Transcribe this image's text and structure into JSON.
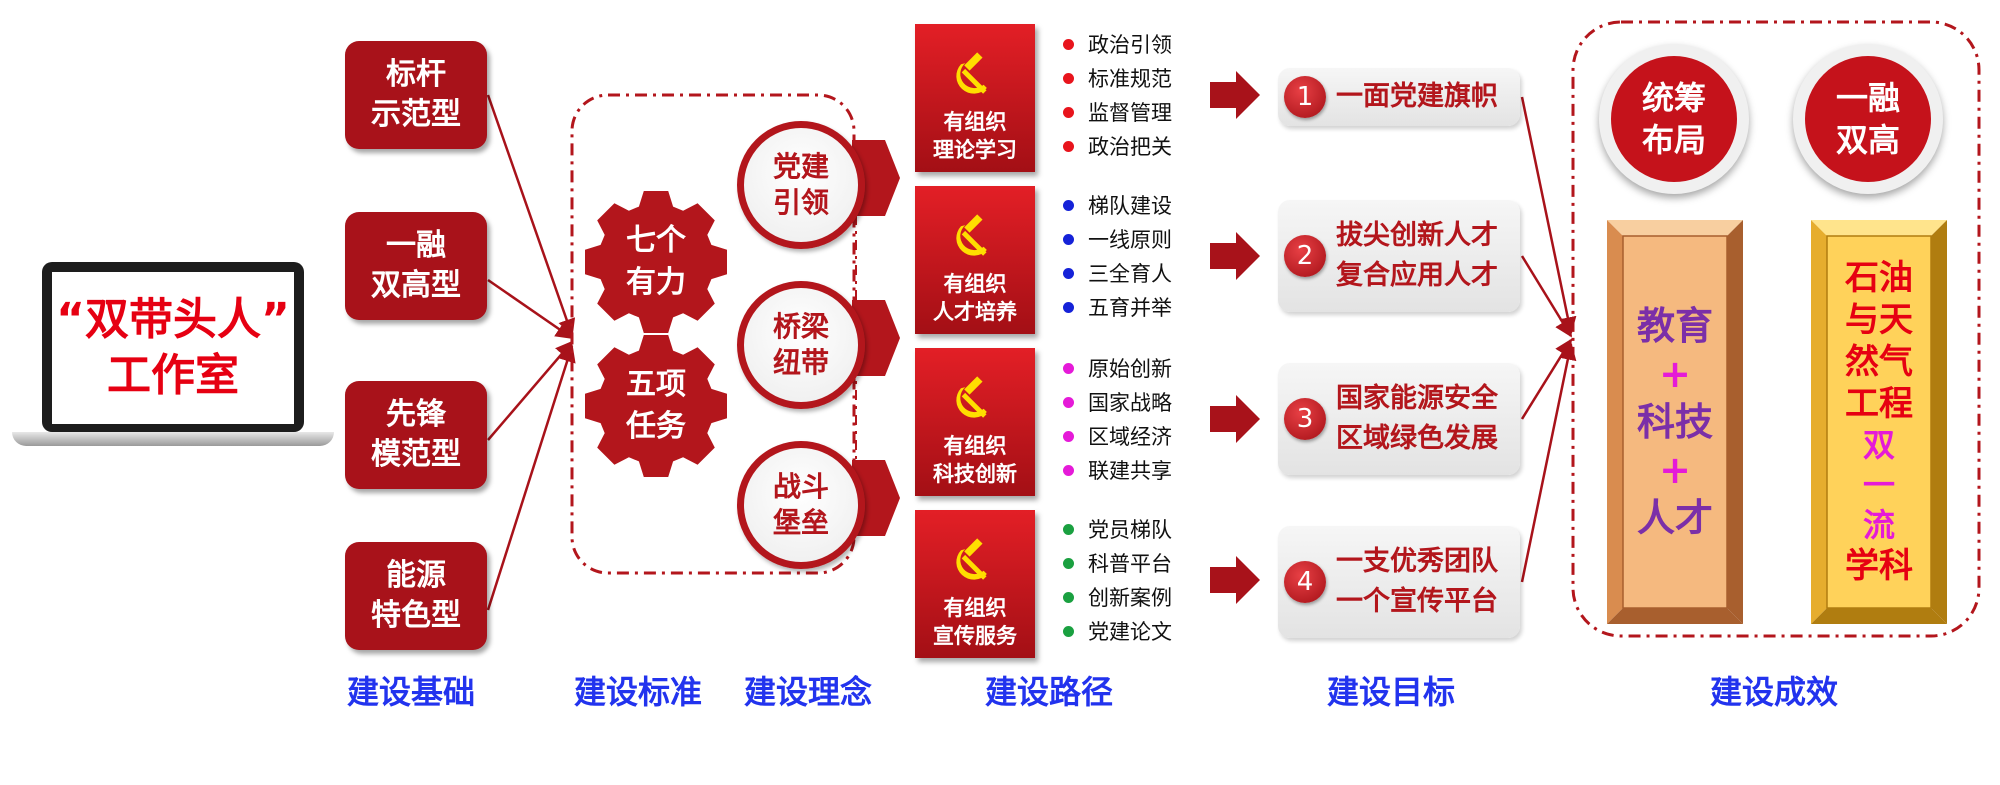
{
  "laptop": {
    "line1": "“双带头人”",
    "line2": "工作室"
  },
  "foundations": [
    {
      "line1": "标杆",
      "line2": "示范型"
    },
    {
      "line1": "一融",
      "line2": "双高型"
    },
    {
      "line1": "先锋",
      "line2": "模范型"
    },
    {
      "line1": "能源",
      "line2": "特色型"
    }
  ],
  "gears": [
    {
      "line1": "七个",
      "line2": "有力"
    },
    {
      "line1": "五项",
      "line2": "任务"
    }
  ],
  "concepts": [
    {
      "line1": "党建",
      "line2": "引领"
    },
    {
      "line1": "桥梁",
      "line2": "纽带"
    },
    {
      "line1": "战斗",
      "line2": "堡垒"
    }
  ],
  "paths": [
    {
      "line1": "有组织",
      "line2": "理论学习",
      "dot_color": "#e8141c",
      "items": [
        "政治引领",
        "标准规范",
        "监督管理",
        "政治把关"
      ]
    },
    {
      "line1": "有组织",
      "line2": "人才培养",
      "dot_color": "#1522d8",
      "items": [
        "梯队建设",
        "一线原则",
        "三全育人",
        "五育并举"
      ]
    },
    {
      "line1": "有组织",
      "line2": "科技创新",
      "dot_color": "#e51ad8",
      "items": [
        "原始创新",
        "国家战略",
        "区域经济",
        "联建共享"
      ]
    },
    {
      "line1": "有组织",
      "line2": "宣传服务",
      "dot_color": "#1aa040",
      "items": [
        "党员梯队",
        "科普平台",
        "创新案例",
        "党建论文"
      ]
    }
  ],
  "goals": [
    {
      "num": "1",
      "lines": [
        "一面党建旗帜"
      ]
    },
    {
      "num": "2",
      "lines": [
        "拔尖创新人才",
        "复合应用人才"
      ]
    },
    {
      "num": "3",
      "lines": [
        "国家能源安全",
        "区域绿色发展"
      ]
    },
    {
      "num": "4",
      "lines": [
        "一支优秀团队",
        "一个宣传平台"
      ]
    }
  ],
  "results": {
    "circle1": {
      "line1": "统筹",
      "line2": "布局"
    },
    "circle2": {
      "line1": "一融",
      "line2": "双高"
    },
    "col1": [
      "教育",
      "+",
      "科技",
      "+",
      "人才"
    ],
    "col2": [
      "石油",
      "与天",
      "然气",
      "工程",
      "双",
      "一",
      "流",
      "学科"
    ]
  },
  "stage_labels": [
    "建设基础",
    "建设标准",
    "建设理念",
    "建设路径",
    "建设目标",
    "建设成效"
  ],
  "colors": {
    "primary_red": "#b3161c",
    "label_blue": "#2233ee",
    "col1_text": "#7b2fa8",
    "col1_plus": "#e51ad8",
    "col2_text": "#e60012",
    "col2_accent": "#e51ad8"
  }
}
